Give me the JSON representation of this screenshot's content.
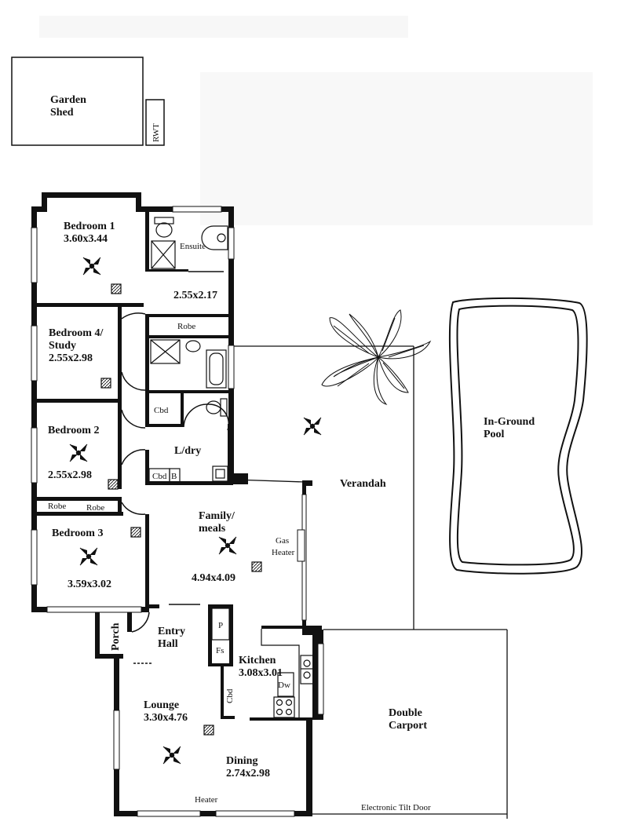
{
  "outbuildings": {
    "garden_shed": [
      "Garden",
      "Shed"
    ],
    "rwt": "RWT"
  },
  "rooms": {
    "bedroom1": {
      "name": "Bedroom 1",
      "size": "3.60x3.44"
    },
    "ensuite": {
      "name": "Ensuite",
      "size": "2.55x2.17"
    },
    "robe_main": "Robe",
    "bedroom4": {
      "name_line1": "Bedroom 4/",
      "name_line2": "Study",
      "size": "2.55x2.98"
    },
    "cbd_hall": "Cbd",
    "bedroom2": {
      "name": "Bedroom 2",
      "size": "2.55x2.98"
    },
    "laundry": "L/dry",
    "cbd_laundry": "Cbd",
    "b_laundry": "B",
    "robe_b2": "Robe",
    "robe_b3": "Robe",
    "bedroom3": {
      "name": "Bedroom 3",
      "size": "3.59x3.02"
    },
    "family": {
      "name_line1": "Family/",
      "name_line2": "meals",
      "size": "4.94x4.09"
    },
    "gas_heater": [
      "Gas",
      "Heater"
    ],
    "verandah": "Verandah",
    "pool": [
      "In-Ground",
      "Pool"
    ],
    "porch": "Porch",
    "entry": [
      "Entry",
      "Hall"
    ],
    "pantry": "P",
    "fridge": "Fs",
    "kitchen": {
      "name": "Kitchen",
      "size": "3.08x3.01"
    },
    "dishwasher": "Dw",
    "cbd_kitchen": "Cbd",
    "lounge": {
      "name": "Lounge",
      "size": "3.30x4.76"
    },
    "dining": {
      "name": "Dining",
      "size": "2.74x2.98"
    },
    "heater": "Heater",
    "carport": [
      "Double",
      "Carport"
    ],
    "tilt_door": "Electronic Tilt Door"
  },
  "icons": [
    "ceiling-fan-icon",
    "heating-vent-icon",
    "toilet-icon",
    "shower-icon",
    "basin-icon",
    "bath-icon",
    "sink-icon",
    "cooktop-icon",
    "palm-tree-icon"
  ]
}
